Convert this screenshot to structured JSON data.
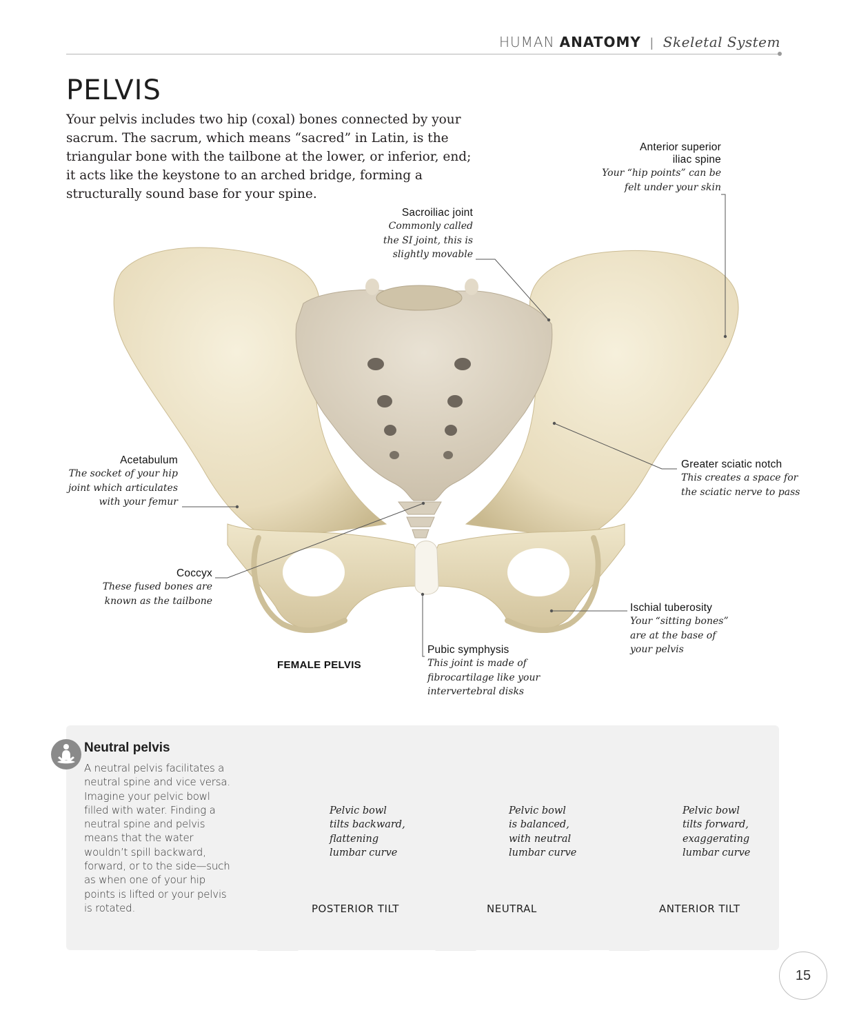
{
  "header": {
    "part1": "HUMAN",
    "part2": "ANATOMY",
    "separator": "|",
    "section": "Skeletal System"
  },
  "title": "PELVIS",
  "intro": "Your pelvis includes two hip (coxal) bones connected by your sacrum. The sacrum, which means “sacred” in Latin, is the triangular bone with the tailbone at the lower, or inferior, end; it acts like the keystone to an arched bridge, forming a structurally sound base for your spine.",
  "callouts": {
    "asis": {
      "title_l1": "Anterior superior",
      "title_l2": "iliac spine",
      "desc_l1": "Your “hip points” can be",
      "desc_l2": "felt under your skin"
    },
    "si": {
      "title": "Sacroiliac joint",
      "desc_l1": "Commonly called",
      "desc_l2": "the SI joint, this is",
      "desc_l3": "slightly movable"
    },
    "acetabulum": {
      "title": "Acetabulum",
      "desc_l1": "The socket of your hip",
      "desc_l2": "joint which articulates",
      "desc_l3": "with your femur"
    },
    "sciatic": {
      "title": "Greater sciatic notch",
      "desc_l1": "This creates a space for",
      "desc_l2": "the sciatic nerve to pass"
    },
    "coccyx": {
      "title": "Coccyx",
      "desc_l1": "These fused bones are",
      "desc_l2": "known as the tailbone"
    },
    "ischial": {
      "title": "Ischial tuberosity",
      "desc_l1": "Your “sitting bones”",
      "desc_l2": "are at the base of",
      "desc_l3": "your pelvis"
    },
    "pubic": {
      "title": "Pubic symphysis",
      "desc_l1": "This joint is made of",
      "desc_l2": "fibrocartilage like your",
      "desc_l3": "intervertebral disks"
    }
  },
  "figure_caption": "FEMALE PELVIS",
  "neutral_box": {
    "title": "Neutral pelvis",
    "body": "A neutral pelvis facilitates a neutral spine and vice versa. Imagine your pelvic bowl filled with water. Finding a neutral spine and pelvis means that the water wouldn’t spill backward, forward, or to the side—such as when one of your hip points is lifted or your pelvis is rotated.",
    "figures": [
      {
        "label": "POSTERIOR TILT",
        "note_l1": "Pelvic bowl",
        "note_l2": "tilts backward,",
        "note_l3": "flattening",
        "note_l4": "lumbar curve"
      },
      {
        "label": "NEUTRAL",
        "note_l1": "Pelvic bowl",
        "note_l2": "is balanced,",
        "note_l3": "with neutral",
        "note_l4": "lumbar curve"
      },
      {
        "label": "ANTERIOR TILT",
        "note_l1": "Pelvic bowl",
        "note_l2": "tilts forward,",
        "note_l3": "exaggerating",
        "note_l4": "lumbar curve"
      }
    ]
  },
  "page_number": "15",
  "colors": {
    "bone": "#ece3c8",
    "bone_shadow": "#cdbf98",
    "sacrum": "#dcd3c1",
    "panel": "#f1f1f1",
    "body_silhouette": "#fafafa"
  },
  "icons": {
    "neutral_box": "meditation-icon"
  }
}
